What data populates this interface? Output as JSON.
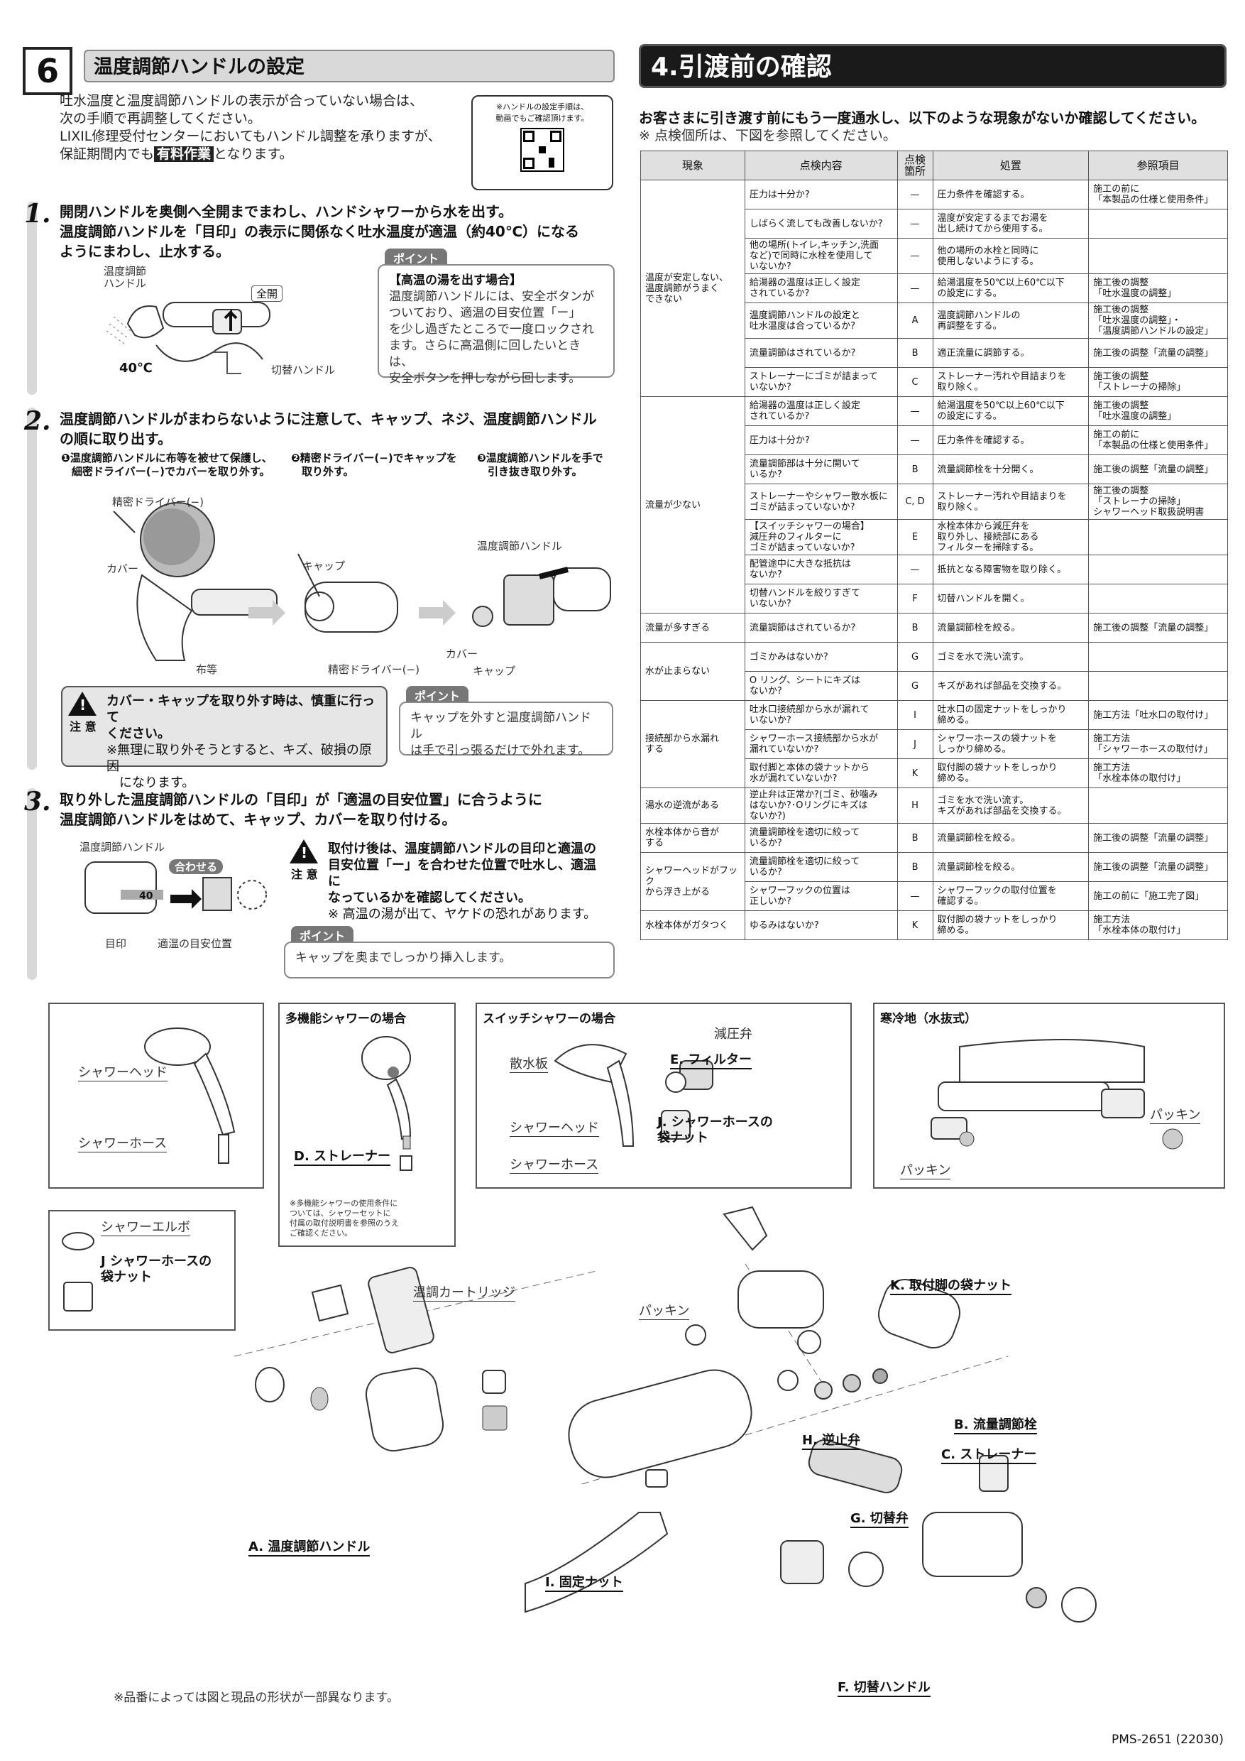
{
  "section6": {
    "number": "6",
    "title": "温度調節ハンドルの設定",
    "intro": {
      "line1": "吐水温度と温度調節ハンドルの表示が合っていない場合は、",
      "line2": "次の手順で再調整してください。",
      "line3": "LIXIL修理受付センターにおいてもハンドル調整を承りますが、",
      "line4_pre": "保証期間内でも",
      "line4_badge": "有料作業",
      "line4_post": "となります。"
    },
    "qr": {
      "caption1": "※ハンドルの設定手順は、",
      "caption2": "動画でもご確認頂けます。"
    },
    "step1": {
      "num": "1.",
      "text1": "開閉ハンドルを奥側へ全開までまわし、ハンドシャワーから水を出す。",
      "text2": "温度調節ハンドルを「目印」の表示に関係なく吐水温度が適温（約40℃）になる",
      "text3": "ようにまわし、止水する。",
      "labels": {
        "handle": "温度調節\nハンドル",
        "full": "全開",
        "temp": "40℃",
        "switch": "切替ハンドル"
      },
      "point": {
        "tag": "ポイント",
        "title": "【高温の湯を出す場合】",
        "body1": "温度調節ハンドルには、安全ボタンが",
        "body2": "ついており、適温の目安位置「ー」",
        "body3": "を少し過ぎたところで一度ロックされ",
        "body4": "ます。さらに高温側に回したいときは、",
        "body5": "安全ボタンを押しながら回します。"
      }
    },
    "step2": {
      "num": "2.",
      "text1": "温度調節ハンドルがまわらないように注意して、キャップ、ネジ、温度調節ハンドル",
      "text2": "の順に取り出す。",
      "sub1a": "❶温度調節ハンドルに布等を被せて保護し、",
      "sub1b": "　細密ドライバー(−)でカバーを取り外す。",
      "sub2a": "❷精密ドライバー(−)でキャップを",
      "sub2b": "　取り外す。",
      "sub3a": "❸温度調節ハンドルを手で",
      "sub3b": "　引き抜き取り外す。",
      "labels": {
        "driver": "精密ドライバー(−)",
        "cover": "カバー",
        "cloth": "布等",
        "cap": "キャップ",
        "driver2": "精密ドライバー(−)",
        "handle": "温度調節ハンドル",
        "cover2": "カバー",
        "cap2": "キャップ"
      },
      "caution": {
        "label": "注 意",
        "line1": "カバー・キャップを取り外す時は、慎重に行って",
        "line2": "ください。",
        "line3": "※無理に取り外そうとすると、キズ、破損の原因",
        "line4": "　になります。"
      },
      "point": {
        "tag": "ポイント",
        "body1": "キャップを外すと温度調節ハンドル",
        "body2": "は手で引っ張るだけで外れます。"
      }
    },
    "step3": {
      "num": "3.",
      "text1": "取り外した温度調節ハンドルの「目印」が「適温の目安位置」に合うように",
      "text2": "温度調節ハンドルをはめて、キャップ、カバーを取り付ける。",
      "labels": {
        "handle": "温度調節ハンドル",
        "align": "合わせる",
        "mark": "目印",
        "pos": "適温の目安位置",
        "forty": "40"
      },
      "caution": {
        "label": "注 意",
        "line1": "取付け後は、温度調節ハンドルの目印と適温の",
        "line2": "目安位置「ー」を合わせた位置で吐水し、適温に",
        "line3": "なっているかを確認してください。",
        "line4": "※ 高温の湯が出て、ヤケドの恐れがあります。"
      },
      "point": {
        "tag": "ポイント",
        "body1": "キャップを奥までしっかり挿入します。"
      }
    }
  },
  "section4": {
    "title": "4.引渡前の確認",
    "lead": "お客さまに引き渡す前にもう一度通水し、以下のような現象がないか確認してください。",
    "note": "※ 点検個所は、下図を参照してください。",
    "headers": [
      "現象",
      "点検内容",
      "点検\n箇所",
      "処置",
      "参照項目"
    ],
    "groups": [
      {
        "phenomenon": "温度が安定しない、\n温度調節がうまく\nできない",
        "rows": [
          [
            "圧力は十分か?",
            "—",
            "圧力条件を確認する。",
            "施工の前に\n「本製品の仕様と使用条件」"
          ],
          [
            "しばらく流しても改善しないか?",
            "—",
            "温度が安定するまでお湯を\n出し続けてから使用する。",
            ""
          ],
          [
            "他の場所(トイレ,キッチン,洗面\nなど)で同時に水栓を使用して\nいないか?",
            "—",
            "他の場所の水栓と同時に\n使用しないようにする。",
            ""
          ],
          [
            "給湯器の温度は正しく設定\nされているか?",
            "—",
            "給湯温度を50℃以上60℃以下\nの設定にする。",
            "施工後の調整\n「吐水温度の調整」"
          ],
          [
            "温度調節ハンドルの設定と\n吐水温度は合っているか?",
            "A",
            "温度調節ハンドルの\n再調整をする。",
            "施工後の調整\n「吐水温度の調整」・\n「温度調節ハンドルの設定」"
          ],
          [
            "流量調節はされているか?",
            "B",
            "適正流量に調節する。",
            "施工後の調整「流量の調整」"
          ],
          [
            "ストレーナーにゴミが詰まって\nいないか?",
            "C",
            "ストレーナー汚れや目詰まりを\n取り除く。",
            "施工後の調整\n「ストレーナの掃除」"
          ]
        ]
      },
      {
        "phenomenon": "流量が少ない",
        "rows": [
          [
            "給湯器の温度は正しく設定\nされているか?",
            "—",
            "給湯温度を50℃以上60℃以下\nの設定にする。",
            "施工後の調整\n「吐水温度の調整」"
          ],
          [
            "圧力は十分か?",
            "—",
            "圧力条件を確認する。",
            "施工の前に\n「本製品の仕様と使用条件」"
          ],
          [
            "流量調節部は十分に開いて\nいるか?",
            "B",
            "流量調節栓を十分開く。",
            "施工後の調整「流量の調整」"
          ],
          [
            "ストレーナーやシャワー散水板に\nゴミが詰まっていないか?",
            "C, D",
            "ストレーナー汚れや目詰まりを\n取り除く。",
            "施工後の調整\n「ストレーナの掃除」\nシャワーヘッド取扱説明書"
          ],
          [
            "【スイッチシャワーの場合】\n減圧弁のフィルターに\nゴミが詰まっていないか?",
            "E",
            "水栓本体から減圧弁を\n取り外し、接続部にある\nフィルターを掃除する。",
            ""
          ],
          [
            "配管途中に大きな抵抗は\nないか?",
            "—",
            "抵抗となる障害物を取り除く。",
            ""
          ],
          [
            "切替ハンドルを絞りすぎて\nいないか?",
            "F",
            "切替ハンドルを開く。",
            ""
          ]
        ]
      },
      {
        "phenomenon": "流量が多すぎる",
        "rows": [
          [
            "流量調節はされているか?",
            "B",
            "流量調節栓を絞る。",
            "施工後の調整「流量の調整」"
          ]
        ]
      },
      {
        "phenomenon": "水が止まらない",
        "rows": [
          [
            "ゴミかみはないか?",
            "G",
            "ゴミを水で洗い流す。",
            ""
          ],
          [
            "O リング、シートにキズは\nないか?",
            "G",
            "キズがあれば部品を交換する。",
            ""
          ]
        ]
      },
      {
        "phenomenon": "接続部から水漏れ\nする",
        "rows": [
          [
            "吐水口接続部から水が漏れて\nいないか?",
            "I",
            "吐水口の固定ナットをしっかり\n締める。",
            "施工方法「吐水口の取付け」"
          ],
          [
            "シャワーホース接続部から水が\n漏れていないか?",
            "J",
            "シャワーホースの袋ナットを\nしっかり締める。",
            "施工方法\n「シャワーホースの取付け」"
          ],
          [
            "取付脚と本体の袋ナットから\n水が漏れていないか?",
            "K",
            "取付脚の袋ナットをしっかり\n締める。",
            "施工方法\n「水栓本体の取付け」"
          ]
        ]
      },
      {
        "phenomenon": "湯水の逆流がある",
        "rows": [
          [
            "逆止弁は正常か?(ゴミ、砂噛み\nはないか?･Oリングにキズは\nないか?)",
            "H",
            "ゴミを水で洗い流す。\nキズがあれば部品を交換する。",
            ""
          ]
        ]
      },
      {
        "phenomenon": "水栓本体から音が\nする",
        "rows": [
          [
            "流量調節栓を適切に絞って\nいるか?",
            "B",
            "流量調節栓を絞る。",
            "施工後の調整「流量の調整」"
          ]
        ]
      },
      {
        "phenomenon": "シャワーヘッドがフック\nから浮き上がる",
        "rows": [
          [
            "流量調節栓を適切に絞って\nいるか?",
            "B",
            "流量調節栓を絞る。",
            "施工後の調整「流量の調整」"
          ],
          [
            "シャワーフックの位置は\n正しいか?",
            "—",
            "シャワーフックの取付位置を\n確認する。",
            "施工の前に「施工完了図」"
          ]
        ]
      },
      {
        "phenomenon": "水栓本体がガタつく",
        "rows": [
          [
            "ゆるみはないか?",
            "K",
            "取付脚の袋ナットをしっかり\n締める。",
            "施工方法\n「水栓本体の取付け」"
          ]
        ]
      }
    ]
  },
  "diagram": {
    "box1": {
      "head": "シャワーヘッド",
      "hose": "シャワーホース"
    },
    "box2": {
      "title": "多機能シャワーの場合",
      "strainer": "D. ストレーナー",
      "note1": "※多機能シャワーの使用条件に",
      "note2": "ついては、シャワーセットに",
      "note3": "付属の取付説明書を参照のうえ",
      "note4": "ご確認ください。"
    },
    "box3": {
      "title": "スイッチシャワーの場合",
      "valve": "減圧弁",
      "filter": "E. フィルター",
      "plate": "散水板",
      "head": "シャワーヘッド",
      "nut1": "J. シャワーホースの",
      "nut2": "袋ナット",
      "hose": "シャワーホース"
    },
    "box4": {
      "title": "寒冷地（水抜式）",
      "packing1": "パッキン",
      "packing2": "パッキン"
    },
    "box5": {
      "elbow": "シャワーエルボ",
      "nut1": "J シャワーホースの",
      "nut2": "袋ナット"
    },
    "parts": {
      "cartridge": "温調カートリッジ",
      "packing": "パッキン",
      "k": "K. 取付脚の袋ナット",
      "b": "B. 流量調節栓",
      "h": "H. 逆止弁",
      "c": "C. ストレーナー",
      "g": "G. 切替弁",
      "a": "A. 温度調節ハンドル",
      "i": "I. 固定ナット",
      "f": "F. 切替ハンドル"
    },
    "footnote": "※品番によっては図と現品の形状が一部異なります。",
    "docno": "PMS-2651 (22030)"
  }
}
